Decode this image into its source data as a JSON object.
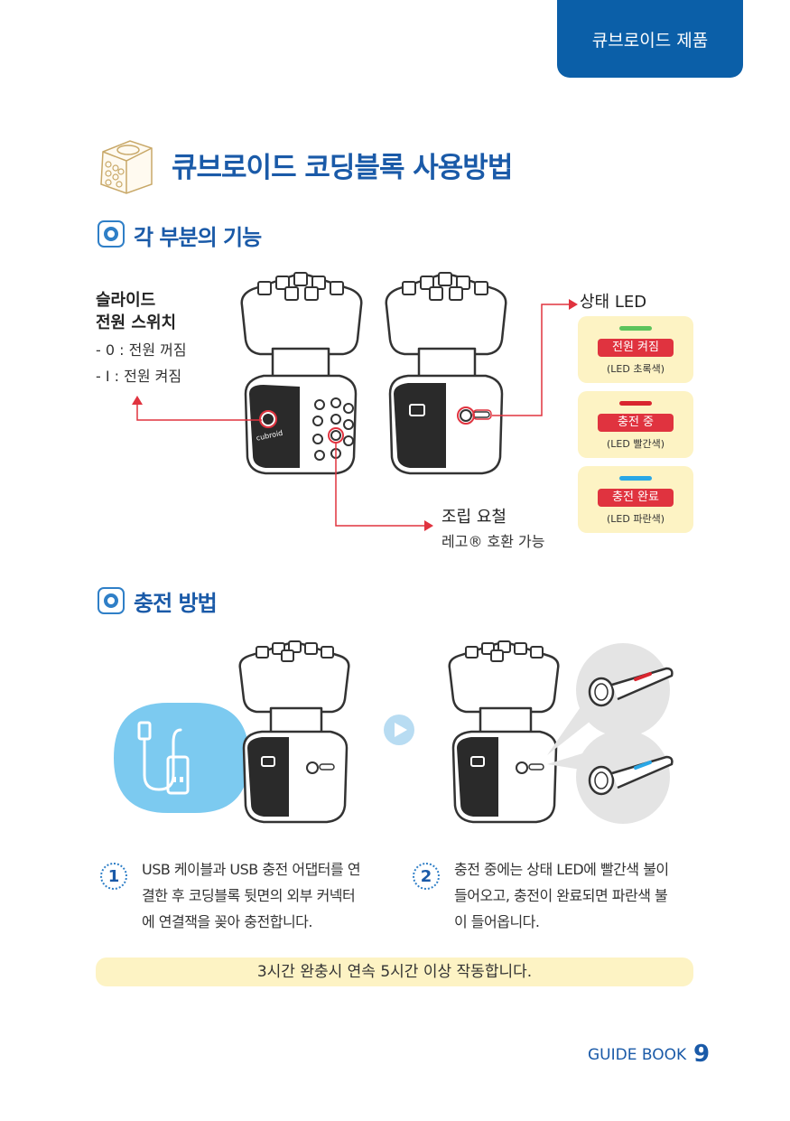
{
  "header": {
    "tab_label": "큐브로이드 제품"
  },
  "title": "큐브로이드 코딩블록 사용방법",
  "section1": {
    "heading": "각 부분의 기능",
    "switch_label_line1": "슬라이드",
    "switch_label_line2": "전원 스위치",
    "switch_off": "- 0 : 전원 꺼짐",
    "switch_on": "- I : 전원 켜짐",
    "led_label": "상태 LED",
    "leds": [
      {
        "badge": "전원 켜짐",
        "sub": "(LED 초록색)",
        "color": "#5cc35c"
      },
      {
        "badge": "충전 중",
        "sub": "(LED 빨간색)",
        "color": "#d9252f"
      },
      {
        "badge": "충전 완료",
        "sub": "(LED 파란색)",
        "color": "#2aa7e6"
      }
    ],
    "assembly_label": "조립 요철",
    "assembly_sub": "레고® 호환 가능",
    "cube_brand": "cubroid"
  },
  "section2": {
    "heading": "충전 방법",
    "steps": [
      {
        "num": "1",
        "lines": [
          "USB 케이블과 USB 충전 어댑터를 연",
          "결한 후 코딩블록 뒷면의 외부 커넥터",
          "에 연결잭을 꽂아 충전합니다."
        ]
      },
      {
        "num": "2",
        "lines": [
          "충전 중에는 상태 LED에 빨간색 불이",
          "들어오고, 충전이 완료되면 파란색 불",
          "이 들어옵니다."
        ]
      }
    ],
    "note": "3시간 완충시 연속 5시간 이상 작동합니다."
  },
  "footer": {
    "guide": "GUIDE BOOK",
    "page": "9"
  }
}
